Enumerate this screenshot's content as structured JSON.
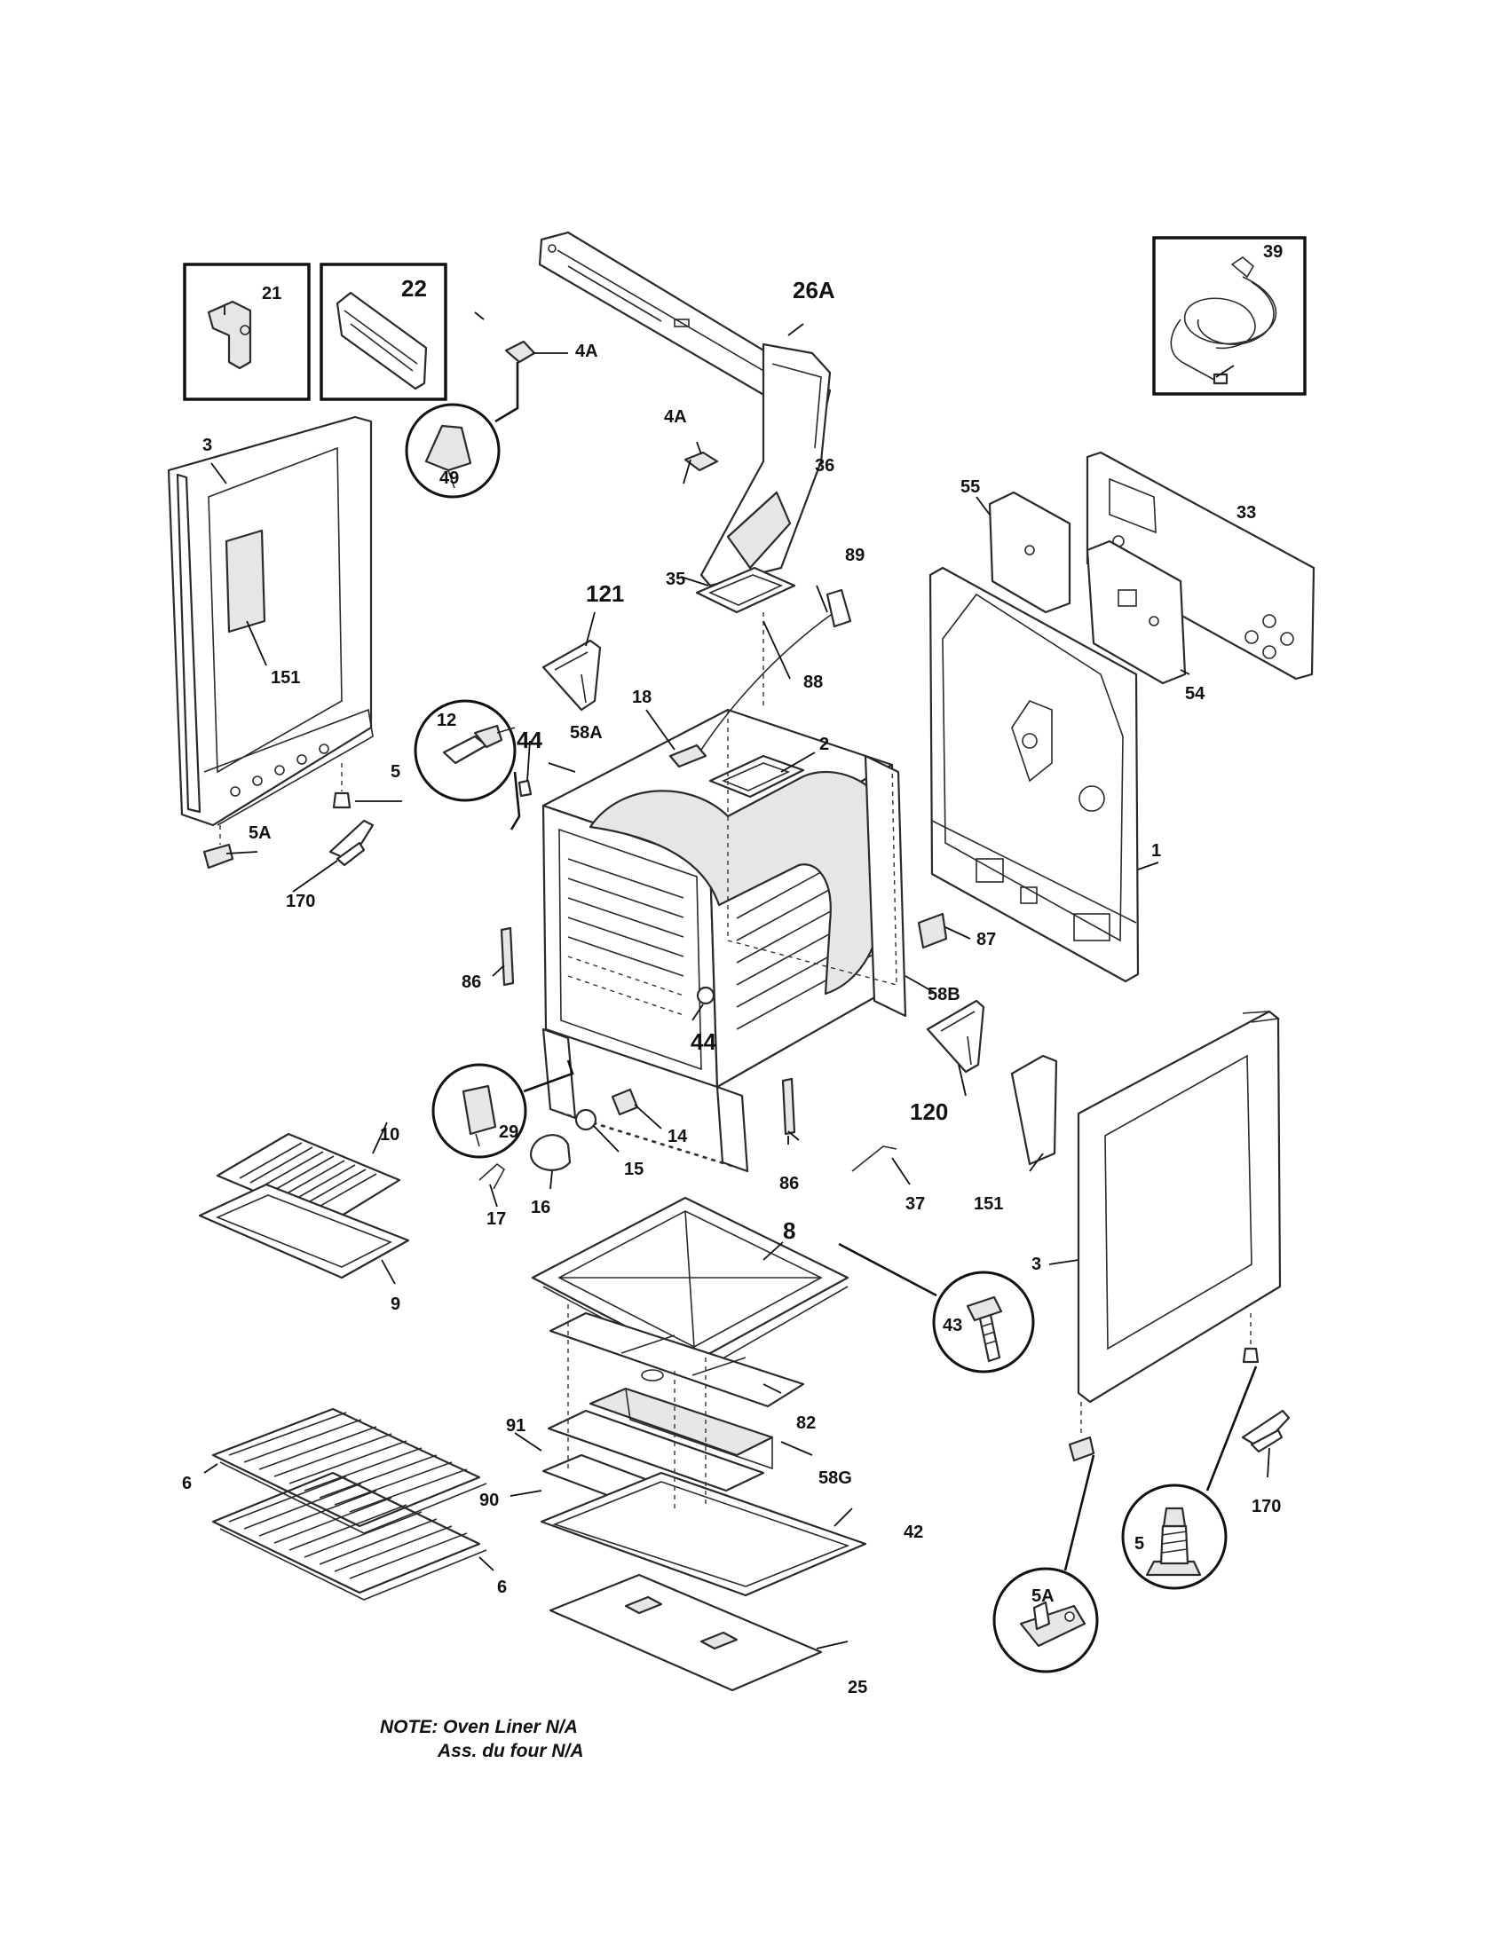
{
  "labels": {
    "p1": "1",
    "p2": "2",
    "p3_left": "3",
    "p3_right": "3",
    "p4a_top": "4A",
    "p4a_mid": "4A",
    "p5_left": "5",
    "p5_right": "5",
    "p5a_left": "5A",
    "p5a_right": "5A",
    "p6_top": "6",
    "p6_bottom": "6",
    "p8": "8",
    "p9": "9",
    "p10": "10",
    "p12": "12",
    "p14": "14",
    "p15": "15",
    "p16": "16",
    "p17": "17",
    "p18": "18",
    "p21": "21",
    "p22": "22",
    "p25": "25",
    "p26a": "26A",
    "p29": "29",
    "p33": "33",
    "p35": "35",
    "p36": "36",
    "p37": "37",
    "p39": "39",
    "p42": "42",
    "p43": "43",
    "p44_top": "44",
    "p44_mid": "44",
    "p49": "49",
    "p54": "54",
    "p55": "55",
    "p58a": "58A",
    "p58b": "58B",
    "p58g": "58G",
    "p82": "82",
    "p86_left": "86",
    "p86_right": "86",
    "p87": "87",
    "p88": "88",
    "p89": "89",
    "p90": "90",
    "p91": "91",
    "p120": "120",
    "p121": "121",
    "p151_left": "151",
    "p151_right": "151",
    "p170_left": "170",
    "p170_right": "170"
  },
  "note": {
    "line1": "NOTE: Oven Liner N/A",
    "line2": "Ass. du four N/A"
  }
}
